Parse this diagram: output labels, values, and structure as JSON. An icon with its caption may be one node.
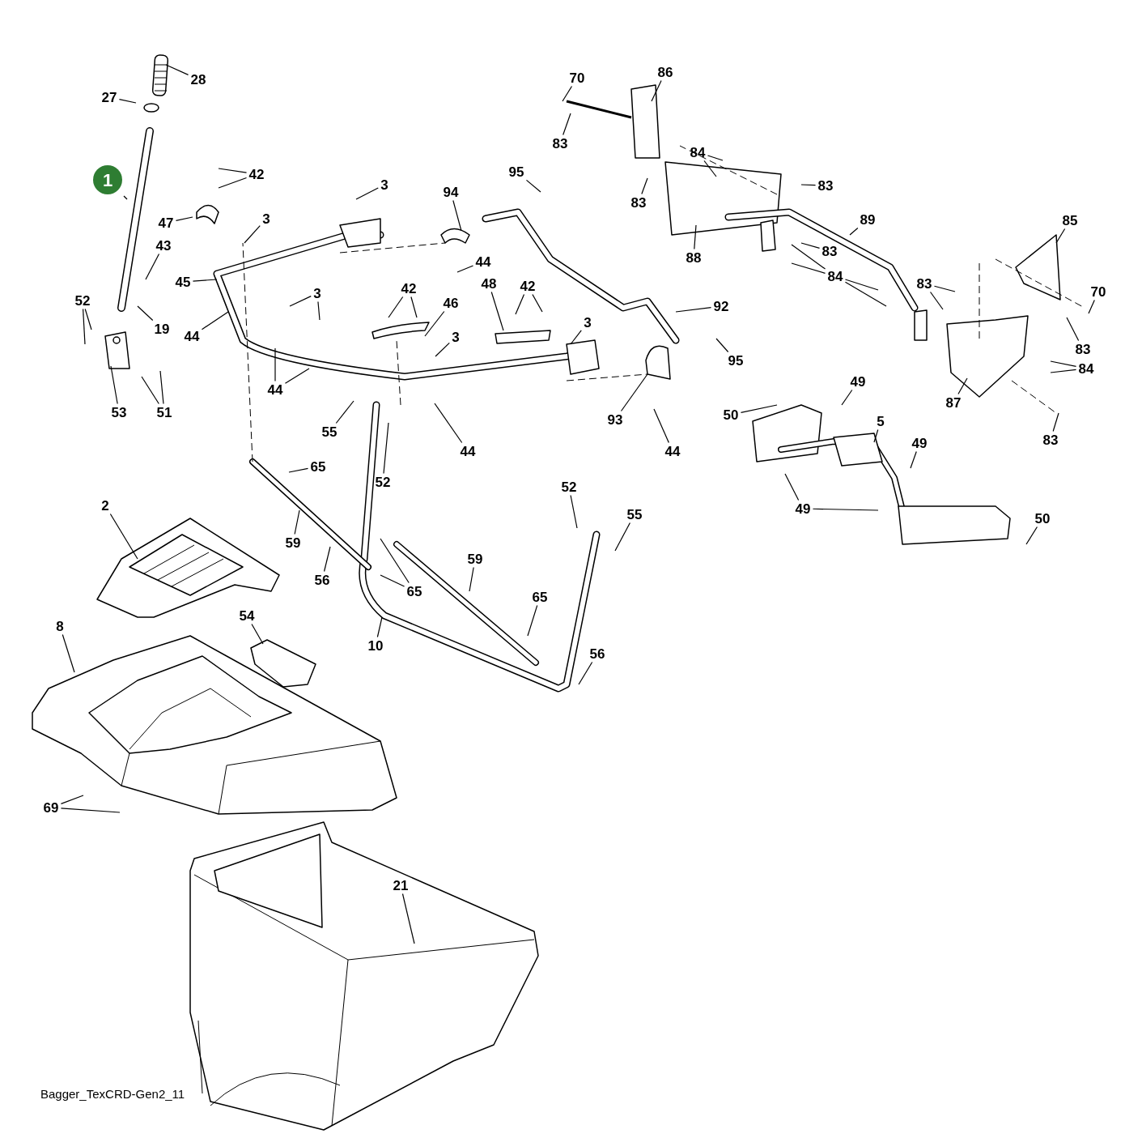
{
  "diagram": {
    "caption": "Bagger_TexCRD-Gen2_11",
    "nodes": [
      {
        "text": [
          "1"
        ]
      },
      {
        "text": [
          "28"
        ]
      },
      {
        "text": [
          "27"
        ]
      },
      {
        "text": [
          "42"
        ]
      },
      {
        "text": [
          "47"
        ]
      },
      {
        "text": [
          "3"
        ]
      },
      {
        "text": [
          "3"
        ]
      },
      {
        "text": [
          "43"
        ]
      },
      {
        "text": [
          "45"
        ]
      },
      {
        "text": [
          "94"
        ]
      },
      {
        "text": [
          "95"
        ]
      },
      {
        "text": [
          "44"
        ]
      },
      {
        "text": [
          "42"
        ]
      },
      {
        "text": [
          "46"
        ]
      },
      {
        "text": [
          "48"
        ]
      },
      {
        "text": [
          "42"
        ]
      },
      {
        "text": [
          "3"
        ]
      },
      {
        "text": [
          "52"
        ]
      },
      {
        "text": [
          "19"
        ]
      },
      {
        "text": [
          "44"
        ]
      },
      {
        "text": [
          "3"
        ]
      },
      {
        "text": [
          "3"
        ]
      },
      {
        "text": [
          "92"
        ]
      },
      {
        "text": [
          "95"
        ]
      },
      {
        "text": [
          "44"
        ]
      },
      {
        "text": [
          "53"
        ]
      },
      {
        "text": [
          "51"
        ]
      },
      {
        "text": [
          "93"
        ]
      },
      {
        "text": [
          "44"
        ]
      },
      {
        "text": [
          "44"
        ]
      },
      {
        "text": [
          "55"
        ]
      },
      {
        "text": [
          "52"
        ]
      },
      {
        "text": [
          "65"
        ]
      },
      {
        "text": [
          "70"
        ]
      },
      {
        "text": [
          "86"
        ]
      },
      {
        "text": [
          "83"
        ]
      },
      {
        "text": [
          "84"
        ]
      },
      {
        "text": [
          "83"
        ]
      },
      {
        "text": [
          "83"
        ]
      },
      {
        "text": [
          "89"
        ]
      },
      {
        "text": [
          "83"
        ]
      },
      {
        "text": [
          "88"
        ]
      },
      {
        "text": [
          "84"
        ]
      },
      {
        "text": [
          "85"
        ]
      },
      {
        "text": [
          "83"
        ]
      },
      {
        "text": [
          "70"
        ]
      },
      {
        "text": [
          "83"
        ]
      },
      {
        "text": [
          "84"
        ]
      },
      {
        "text": [
          "87"
        ]
      },
      {
        "text": [
          "83"
        ]
      },
      {
        "text": [
          "49"
        ]
      },
      {
        "text": [
          "50"
        ]
      },
      {
        "text": [
          "5"
        ]
      },
      {
        "text": [
          "49"
        ]
      },
      {
        "text": [
          "49"
        ]
      },
      {
        "text": [
          "50"
        ]
      },
      {
        "text": [
          "52"
        ]
      },
      {
        "text": [
          "55"
        ]
      },
      {
        "text": [
          "59"
        ]
      },
      {
        "text": [
          "59"
        ]
      },
      {
        "text": [
          "56"
        ]
      },
      {
        "text": [
          "65"
        ]
      },
      {
        "text": [
          "65"
        ]
      },
      {
        "text": [
          "10"
        ]
      },
      {
        "text": [
          "56"
        ]
      },
      {
        "text": [
          "2"
        ]
      },
      {
        "text": [
          "54"
        ]
      },
      {
        "text": [
          "8"
        ]
      },
      {
        "text": [
          "69"
        ]
      },
      {
        "text": [
          "21"
        ]
      }
    ],
    "edges": [
      {
        "from": 0,
        "to": null,
        "arrow": "none"
      },
      {
        "from": 1,
        "to": null,
        "arrow": "none"
      },
      {
        "from": 2,
        "to": null,
        "arrow": "none"
      },
      {
        "from": 3,
        "to": null,
        "arrow": "none"
      },
      {
        "from": 3,
        "to": null,
        "arrow": "none"
      },
      {
        "from": 4,
        "to": null,
        "arrow": "none"
      },
      {
        "from": 5,
        "to": null,
        "arrow": "none"
      },
      {
        "from": 6,
        "to": null,
        "arrow": "none"
      },
      {
        "from": 7,
        "to": null,
        "arrow": "none"
      },
      {
        "from": 8,
        "to": null,
        "arrow": "none"
      },
      {
        "from": 9,
        "to": null,
        "arrow": "none"
      },
      {
        "from": 10,
        "to": null,
        "arrow": "none"
      },
      {
        "from": 11,
        "to": null,
        "arrow": "none"
      },
      {
        "from": 12,
        "to": null,
        "arrow": "none"
      },
      {
        "from": 12,
        "to": null,
        "arrow": "none"
      },
      {
        "from": 13,
        "to": null,
        "arrow": "none"
      },
      {
        "from": 14,
        "to": null,
        "arrow": "none"
      },
      {
        "from": 15,
        "to": null,
        "arrow": "none"
      },
      {
        "from": 15,
        "to": null,
        "arrow": "none"
      },
      {
        "from": 16,
        "to": null,
        "arrow": "none"
      },
      {
        "from": 16,
        "to": null,
        "arrow": "none"
      },
      {
        "from": 17,
        "to": null,
        "arrow": "none"
      },
      {
        "from": 17,
        "to": null,
        "arrow": "none"
      },
      {
        "from": 18,
        "to": null,
        "arrow": "none"
      },
      {
        "from": 19,
        "to": null,
        "arrow": "none"
      },
      {
        "from": 20,
        "to": null,
        "arrow": "none"
      },
      {
        "from": 21,
        "to": null,
        "arrow": "none"
      },
      {
        "from": 22,
        "to": null,
        "arrow": "none"
      },
      {
        "from": 23,
        "to": null,
        "arrow": "none"
      },
      {
        "from": 24,
        "to": null,
        "arrow": "none"
      },
      {
        "from": 24,
        "to": null,
        "arrow": "none"
      },
      {
        "from": 25,
        "to": null,
        "arrow": "none"
      },
      {
        "from": 26,
        "to": null,
        "arrow": "none"
      },
      {
        "from": 26,
        "to": null,
        "arrow": "none"
      },
      {
        "from": 27,
        "to": null,
        "arrow": "none"
      },
      {
        "from": 28,
        "to": null,
        "arrow": "none"
      },
      {
        "from": 29,
        "to": null,
        "arrow": "none"
      },
      {
        "from": 30,
        "to": null,
        "arrow": "none"
      },
      {
        "from": 31,
        "to": null,
        "arrow": "none"
      },
      {
        "from": 32,
        "to": null,
        "arrow": "none"
      },
      {
        "from": 33,
        "to": null,
        "arrow": "none"
      },
      {
        "from": 34,
        "to": null,
        "arrow": "none"
      },
      {
        "from": 35,
        "to": null,
        "arrow": "none"
      },
      {
        "from": 36,
        "to": null,
        "arrow": "none"
      },
      {
        "from": 36,
        "to": null,
        "arrow": "none"
      },
      {
        "from": 37,
        "to": null,
        "arrow": "none"
      },
      {
        "from": 38,
        "to": null,
        "arrow": "none"
      },
      {
        "from": 39,
        "to": null,
        "arrow": "none"
      },
      {
        "from": 40,
        "to": null,
        "arrow": "none"
      },
      {
        "from": 41,
        "to": null,
        "arrow": "none"
      },
      {
        "from": 42,
        "to": null,
        "arrow": "none"
      },
      {
        "from": 42,
        "to": null,
        "arrow": "none"
      },
      {
        "from": 42,
        "to": null,
        "arrow": "none"
      },
      {
        "from": 42,
        "to": null,
        "arrow": "none"
      },
      {
        "from": 43,
        "to": null,
        "arrow": "none"
      },
      {
        "from": 44,
        "to": null,
        "arrow": "none"
      },
      {
        "from": 44,
        "to": null,
        "arrow": "none"
      },
      {
        "from": 45,
        "to": null,
        "arrow": "none"
      },
      {
        "from": 46,
        "to": null,
        "arrow": "none"
      },
      {
        "from": 47,
        "to": null,
        "arrow": "none"
      },
      {
        "from": 47,
        "to": null,
        "arrow": "none"
      },
      {
        "from": 48,
        "to": null,
        "arrow": "none"
      },
      {
        "from": 49,
        "to": null,
        "arrow": "none"
      },
      {
        "from": 50,
        "to": null,
        "arrow": "none"
      },
      {
        "from": 51,
        "to": null,
        "arrow": "none"
      },
      {
        "from": 52,
        "to": null,
        "arrow": "none"
      },
      {
        "from": 53,
        "to": null,
        "arrow": "none"
      },
      {
        "from": 54,
        "to": null,
        "arrow": "none"
      },
      {
        "from": 54,
        "to": null,
        "arrow": "none"
      },
      {
        "from": 55,
        "to": null,
        "arrow": "none"
      },
      {
        "from": 56,
        "to": null,
        "arrow": "none"
      },
      {
        "from": 57,
        "to": null,
        "arrow": "none"
      },
      {
        "from": 58,
        "to": null,
        "arrow": "none"
      },
      {
        "from": 59,
        "to": null,
        "arrow": "none"
      },
      {
        "from": 60,
        "to": null,
        "arrow": "none"
      },
      {
        "from": 61,
        "to": null,
        "arrow": "none"
      },
      {
        "from": 61,
        "to": null,
        "arrow": "none"
      },
      {
        "from": 62,
        "to": null,
        "arrow": "none"
      },
      {
        "from": 63,
        "to": null,
        "arrow": "none"
      },
      {
        "from": 64,
        "to": null,
        "arrow": "none"
      },
      {
        "from": 65,
        "to": null,
        "arrow": "none"
      },
      {
        "from": 66,
        "to": null,
        "arrow": "none"
      },
      {
        "from": 67,
        "to": null,
        "arrow": "none"
      },
      {
        "from": 68,
        "to": null,
        "arrow": "none"
      },
      {
        "from": 68,
        "to": null,
        "arrow": "none"
      },
      {
        "from": 69,
        "to": null,
        "arrow": "none"
      }
    ]
  }
}
